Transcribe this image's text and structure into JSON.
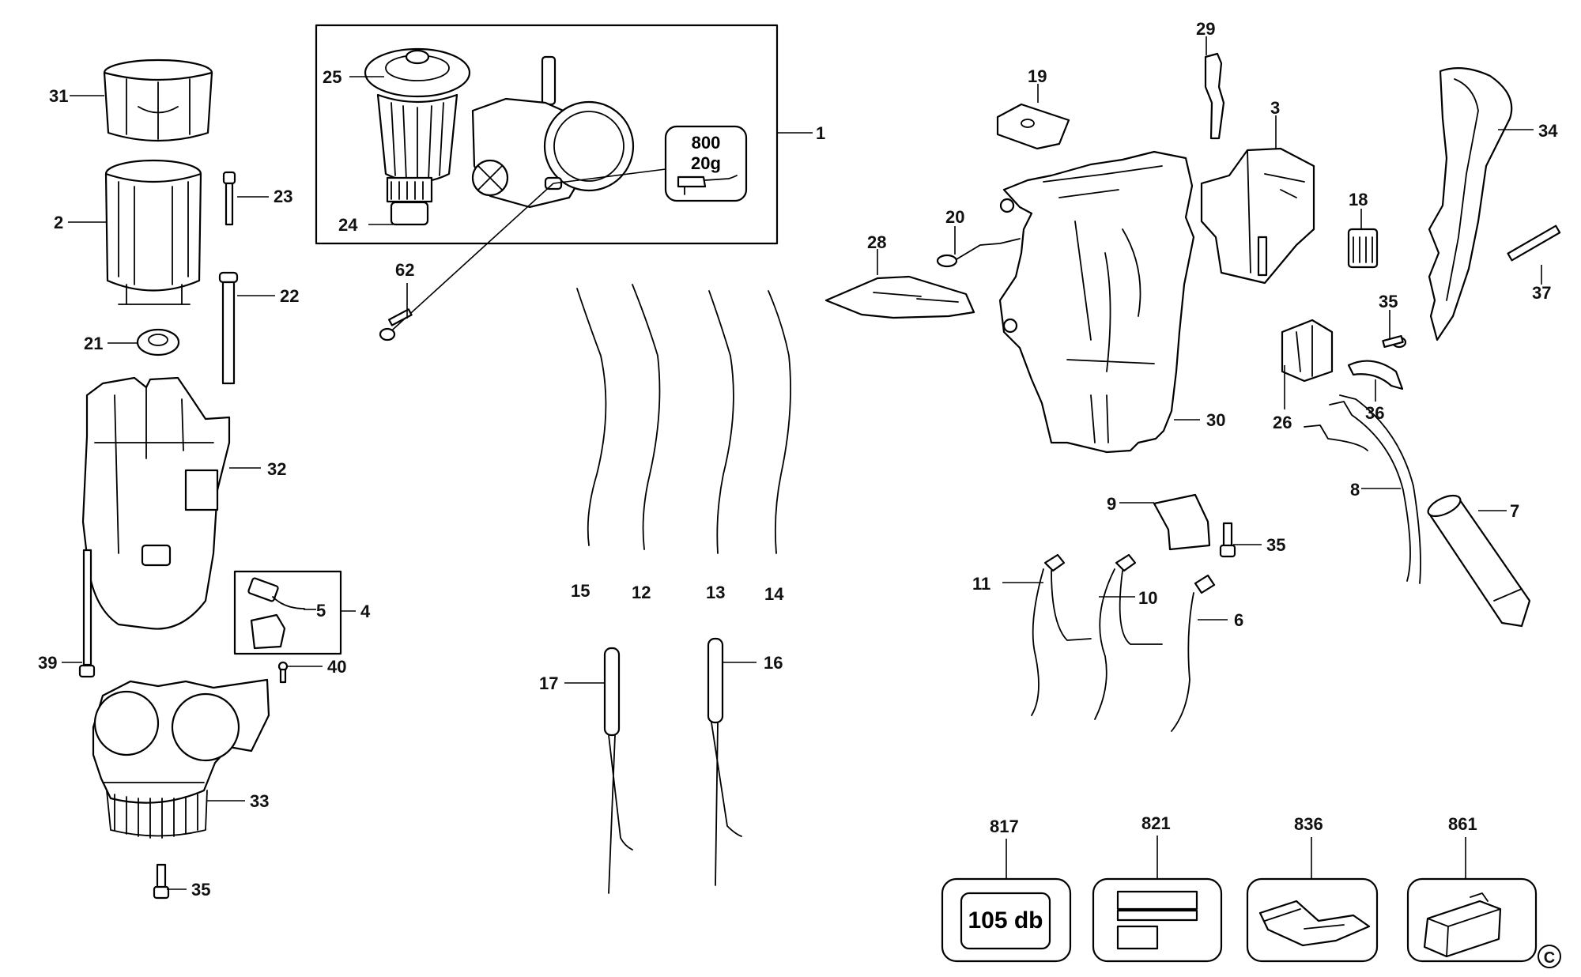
{
  "diagram": {
    "part_numbers": {
      "p1": "1",
      "p2": "2",
      "p3": "3",
      "p4": "4",
      "p5": "5",
      "p6": "6",
      "p7": "7",
      "p8": "8",
      "p9": "9",
      "p10": "10",
      "p11": "11",
      "p12": "12",
      "p13": "13",
      "p14": "14",
      "p15": "15",
      "p16": "16",
      "p17": "17",
      "p18": "18",
      "p19": "19",
      "p20": "20",
      "p21": "21",
      "p22": "22",
      "p23": "23",
      "p24": "24",
      "p25": "25",
      "p26": "26",
      "p28": "28",
      "p29": "29",
      "p30": "30",
      "p31": "31",
      "p32": "32",
      "p33": "33",
      "p34": "34",
      "p35": "35",
      "p36": "36",
      "p37": "37",
      "p39": "39",
      "p40": "40",
      "p62": "62",
      "p817": "817",
      "p821": "821",
      "p836": "836",
      "p861": "861"
    },
    "grease_qty_top": "800",
    "grease_qty_bottom": "20g",
    "noise_label": "105 db",
    "copyright_mark": "C"
  }
}
